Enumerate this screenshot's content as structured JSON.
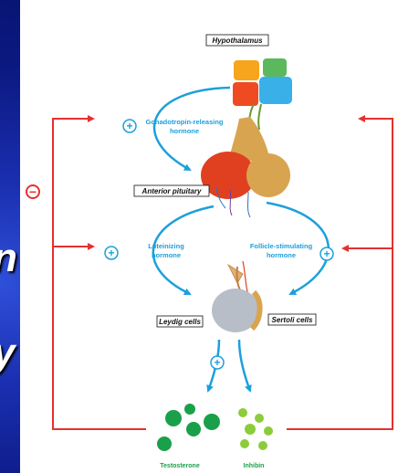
{
  "background_text": {
    "fragment_1": "n",
    "fragment_2": "y"
  },
  "diagram": {
    "labels": {
      "hypothalamus": "Hypothalamus",
      "gnrh_line1": "Gonadotropin-releasing",
      "gnrh_line2": "hormone",
      "anterior_pituitary": "Anterior pituitary",
      "lh_line1": "Luteinizing",
      "lh_line2": "hormone",
      "fsh_line1": "Follicle-stimulating",
      "fsh_line2": "hormone",
      "leydig_cells": "Leydig cells",
      "sertoli_cells": "Sertoli cells",
      "testosterone": "Testosterone",
      "inhibin": "Inhibin"
    },
    "signs": {
      "plus": "+",
      "minus": "−"
    },
    "colors": {
      "arrow_blue": "#1ca0dc",
      "feedback_red": "#e53030",
      "testosterone_green": "#1aa04a",
      "inhibin_green": "#8ccc3c",
      "pituitary_red": "#e04020",
      "pituitary_tan": "#d9a450",
      "hypothalamus_orange": "#f7a51c",
      "hypothalamus_green": "#5cb85c",
      "hypothalamus_red": "#ee4b22",
      "hypothalamus_blue": "#3ab0e8"
    }
  }
}
